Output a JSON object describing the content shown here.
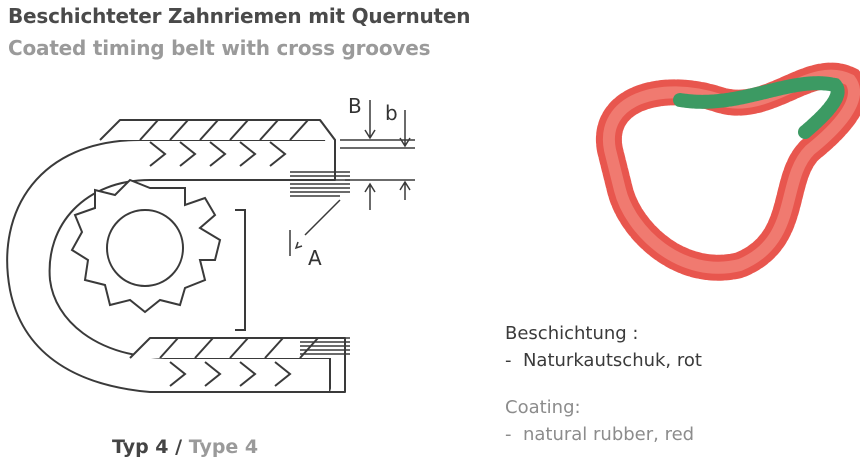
{
  "header": {
    "title_de": "Beschichteter Zahnriemen mit Quernuten",
    "title_en": "Coated timing belt with cross grooves"
  },
  "diagram": {
    "dimension_labels": {
      "B": "B",
      "b": "b",
      "A": "A"
    },
    "caption": {
      "de": "Typ 4",
      "separator": "/",
      "en": "Type 4"
    }
  },
  "coating": {
    "de": {
      "heading": "Beschichtung :",
      "item": "Naturkautschuk, rot"
    },
    "en": {
      "heading": "Coating:",
      "item": "natural rubber, red"
    }
  },
  "colors": {
    "coating_red": "#e8564e",
    "belt_green": "#3c9a63",
    "outline": "#3a3a3a"
  },
  "icons": [
    "timing-belt-drawing",
    "coated-belt-photo"
  ]
}
